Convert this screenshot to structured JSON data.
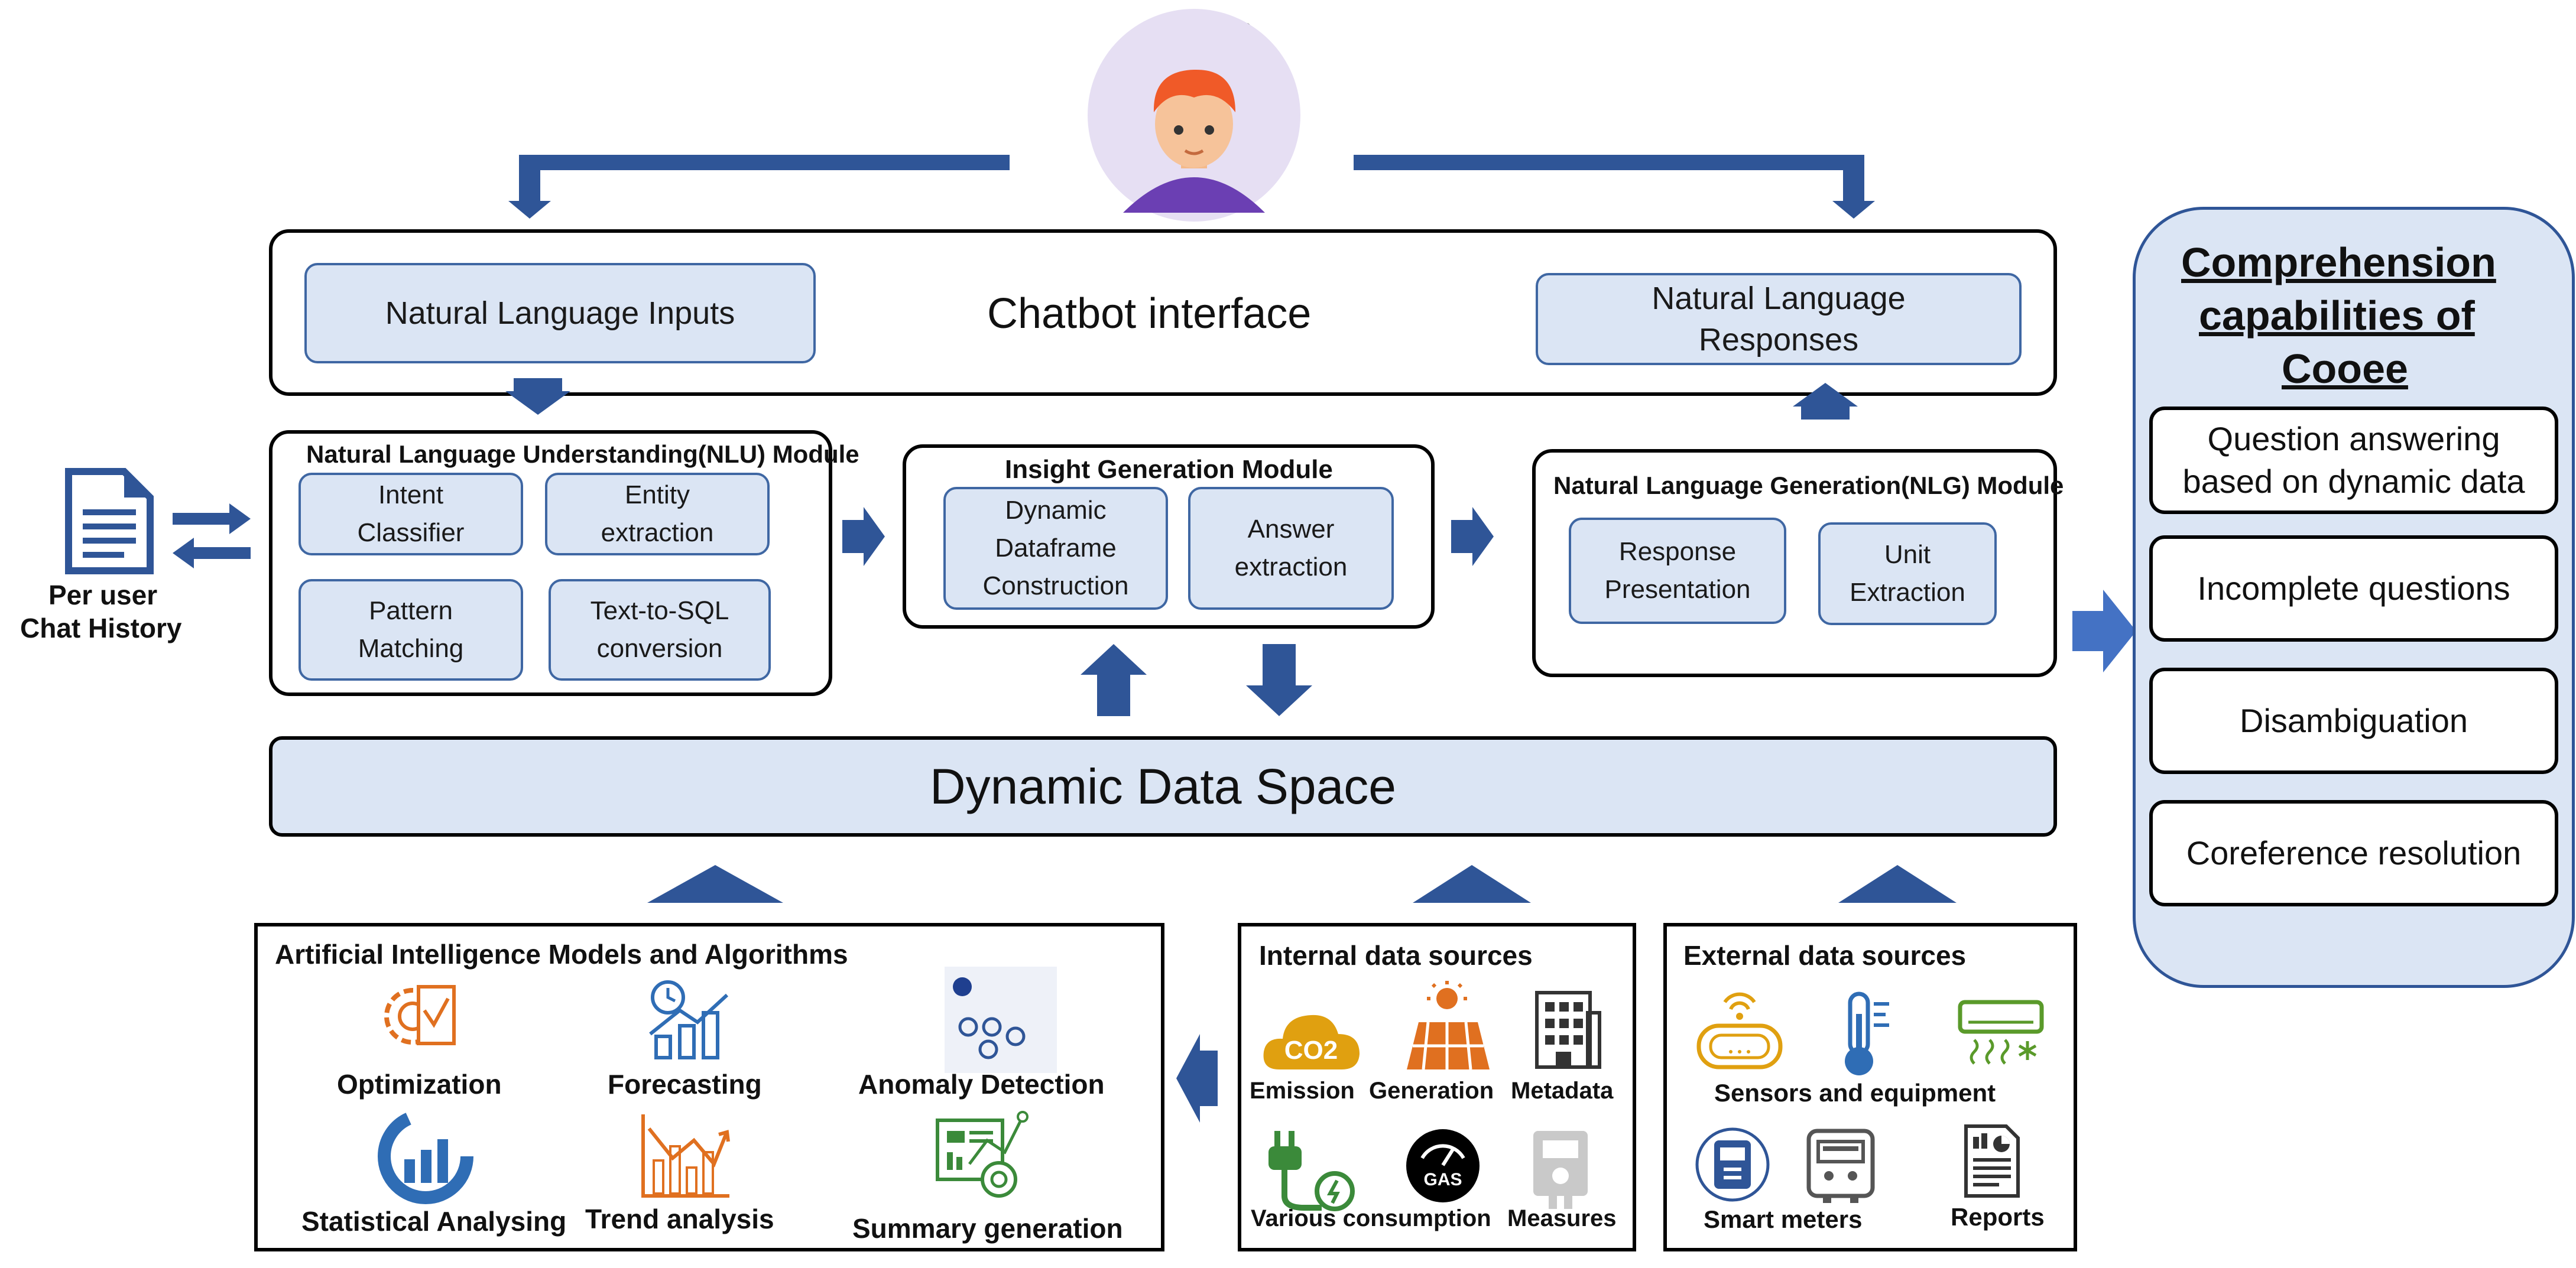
{
  "person": {
    "label": "Person"
  },
  "chatbot": {
    "title": "Chatbot interface",
    "inputs": "Natural Language Inputs",
    "responses_line1": "Natural Language",
    "responses_line2": "Responses"
  },
  "history": {
    "line1": "Per user",
    "line2": "Chat History"
  },
  "nlu": {
    "title": "Natural Language Understanding(NLU) Module",
    "items": [
      {
        "l1": "Intent",
        "l2": "Classifier"
      },
      {
        "l1": "Entity",
        "l2": "extraction"
      },
      {
        "l1": "Pattern",
        "l2": "Matching"
      },
      {
        "l1": "Text-to-SQL",
        "l2": "conversion"
      }
    ]
  },
  "insight": {
    "title": "Insight Generation Module",
    "items": [
      {
        "l1": "Dynamic",
        "l2": "Dataframe",
        "l3": "Construction"
      },
      {
        "l1": "Answer",
        "l2": "extraction"
      }
    ]
  },
  "nlg": {
    "title": "Natural Language Generation(NLG) Module",
    "items": [
      {
        "l1": "Response",
        "l2": "Presentation"
      },
      {
        "l1": "Unit",
        "l2": "Extraction"
      }
    ]
  },
  "data_space": {
    "title": "Dynamic Data Space"
  },
  "ai": {
    "title": "Artificial Intelligence Models and Algorithms",
    "items": [
      "Optimization",
      "Forecasting",
      "Anomaly Detection",
      "Statistical Analysing",
      "Trend analysis",
      "Summary generation"
    ]
  },
  "internal": {
    "title": "Internal data sources",
    "items": [
      "Emission",
      "Generation",
      "Metadata",
      "Various consumption",
      "Measures"
    ],
    "co2_text": "CO2",
    "gas_text": "GAS"
  },
  "external": {
    "title": "External data sources",
    "items": [
      "Sensors and equipment",
      "Smart meters",
      "Reports"
    ]
  },
  "capabilities": {
    "title_line1": "Comprehension",
    "title_line2": "capabilities of",
    "title_line3": "Cooee",
    "items": [
      {
        "l1": "Question answering",
        "l2": "based on dynamic data"
      },
      {
        "l1": "Incomplete questions"
      },
      {
        "l1": "Disambiguation"
      },
      {
        "l1": "Coreference resolution"
      }
    ]
  },
  "colors": {
    "arrow": "#2f5597",
    "pill_fill": "#dbe5f4",
    "pill_border": "#3f67a3",
    "icon_orange": "#e07020",
    "icon_blue": "#2f6db5",
    "icon_green": "#5a9a2a"
  }
}
